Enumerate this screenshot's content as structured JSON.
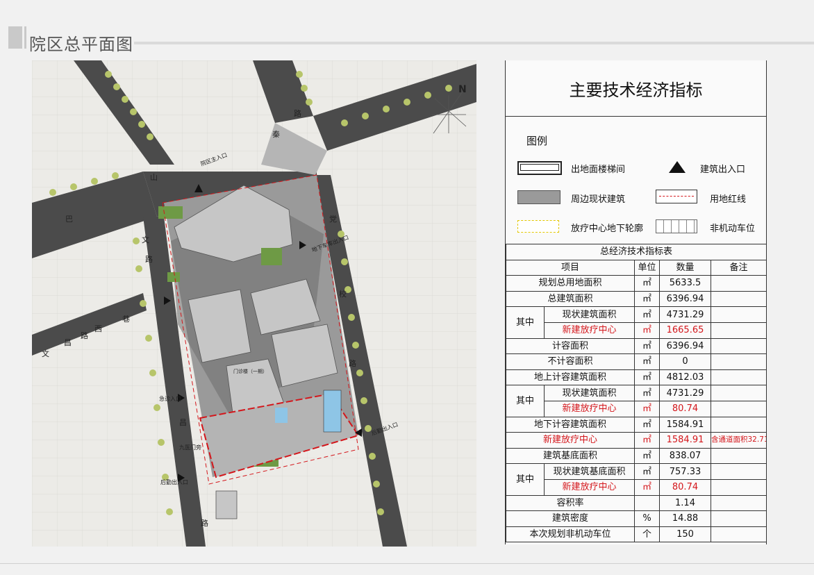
{
  "page": {
    "title": "院区总平面图"
  },
  "map": {
    "north": "N",
    "roads": {
      "top": "路",
      "east_top": "秦",
      "west_a": "巴",
      "west_b": "山",
      "vert_left_a": "文",
      "vert_left_b": "路",
      "dang": "党",
      "xiao": "校",
      "lu_right": "路",
      "xi": "西",
      "xiang": "巷",
      "lu_left": "路",
      "chang": "昌",
      "wen": "文",
      "chang_b": "昌",
      "lu_bottom": "路"
    },
    "labels": {
      "main_entrance": "院区主入口",
      "garage_entrance": "地下车库出入口",
      "rear_entrance": "后勤出入口",
      "emergency_entrance": "急诊入口",
      "back_entrance": "后勤出入口",
      "ninth_road": "九医门旁",
      "outpatient": "门诊楼（一期）"
    }
  },
  "panel": {
    "title": "主要技术经济指标",
    "legend_title": "图例",
    "legend": [
      {
        "label": "出地面楼梯间",
        "icon": "stair-box-icon"
      },
      {
        "label": "建筑出入口",
        "icon": "entrance-triangle-icon"
      },
      {
        "label": "周边现状建筑",
        "icon": "existing-building-icon"
      },
      {
        "label": "用地红线",
        "icon": "red-line-icon"
      },
      {
        "label": "放疗中心地下轮廓",
        "icon": "underground-outline-icon"
      },
      {
        "label": "非机动车位",
        "icon": "bike-parking-icon"
      }
    ],
    "table": {
      "caption": "总经济技术指标表",
      "headers": [
        "项目",
        "单位",
        "数量",
        "备注"
      ],
      "sub_label": "其中",
      "rows": [
        {
          "item": "规划总用地面积",
          "unit": "㎡",
          "qty": "5633.5",
          "note": ""
        },
        {
          "item": "总建筑面积",
          "unit": "㎡",
          "qty": "6396.94",
          "note": ""
        },
        {
          "item": "现状建筑面积",
          "unit": "㎡",
          "qty": "4731.29",
          "note": ""
        },
        {
          "item": "新建放疗中心",
          "unit": "㎡",
          "qty": "1665.65",
          "note": ""
        },
        {
          "item": "计容面积",
          "unit": "㎡",
          "qty": "6396.94",
          "note": ""
        },
        {
          "item": "不计容面积",
          "unit": "㎡",
          "qty": "0",
          "note": ""
        },
        {
          "item": "地上计容建筑面积",
          "unit": "㎡",
          "qty": "4812.03",
          "note": ""
        },
        {
          "item": "现状建筑面积",
          "unit": "㎡",
          "qty": "4731.29",
          "note": ""
        },
        {
          "item": "新建放疗中心",
          "unit": "㎡",
          "qty": "80.74",
          "note": ""
        },
        {
          "item": "地下计容建筑面积",
          "unit": "㎡",
          "qty": "1584.91",
          "note": ""
        },
        {
          "item": "新建放疗中心",
          "unit": "㎡",
          "qty": "1584.91",
          "note": "含通道面积32.71"
        },
        {
          "item": "建筑基底面积",
          "unit": "㎡",
          "qty": "838.07",
          "note": ""
        },
        {
          "item": "现状建筑基底面积",
          "unit": "㎡",
          "qty": "757.33",
          "note": ""
        },
        {
          "item": "新建放疗中心",
          "unit": "㎡",
          "qty": "80.74",
          "note": ""
        },
        {
          "item": "容积率",
          "unit": "",
          "qty": "1.14",
          "note": ""
        },
        {
          "item": "建筑密度",
          "unit": "%",
          "qty": "14.88",
          "note": ""
        },
        {
          "item": "本次规划非机动车位",
          "unit": "个",
          "qty": "150",
          "note": ""
        }
      ]
    }
  }
}
